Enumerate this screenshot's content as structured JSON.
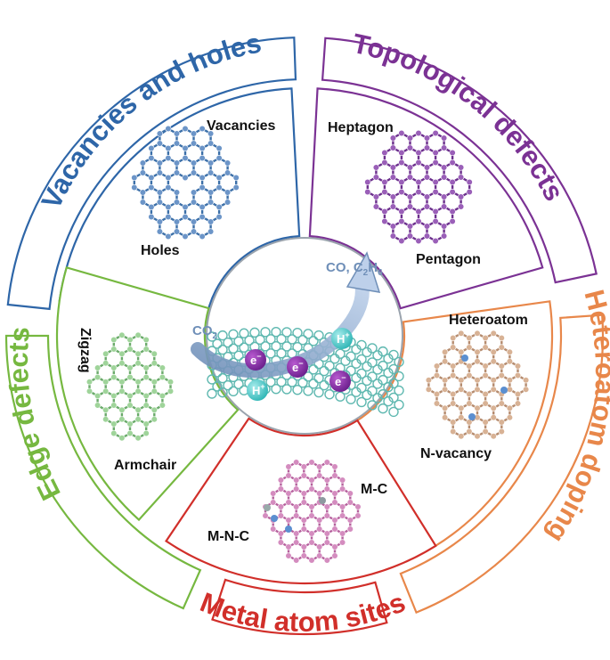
{
  "colors": {
    "vacancies": "#2e66a8",
    "topological": "#7b3294",
    "heteroatom": "#e8874a",
    "metal": "#d12f2a",
    "edge": "#76b840",
    "center_text": "#6f8fb8"
  },
  "segments": [
    {
      "key": "vacancies",
      "title": "Vacancies and holes",
      "labels": [
        "Vacancies",
        "Holes"
      ]
    },
    {
      "key": "topological",
      "title": "Topological defects",
      "labels": [
        "Heptagon",
        "Pentagon"
      ]
    },
    {
      "key": "heteroatom",
      "title": "Heteroatom doping",
      "labels": [
        "Heteroatom",
        "N-vacancy"
      ]
    },
    {
      "key": "metal",
      "title": "Metal atom sites",
      "labels": [
        "M-C",
        "M-N-C"
      ]
    },
    {
      "key": "edge",
      "title": "Edge defects",
      "labels": [
        "Zigzag",
        "Armchair"
      ]
    }
  ],
  "center": {
    "reactant_main": "CO",
    "reactant_sub": "2",
    "product_main": "CO, C",
    "product_sub1": "2",
    "product_mid": "H",
    "product_sub2": "6",
    "electron": "e",
    "electron_sup": "−",
    "proton": "H",
    "proton_sup": "+"
  }
}
